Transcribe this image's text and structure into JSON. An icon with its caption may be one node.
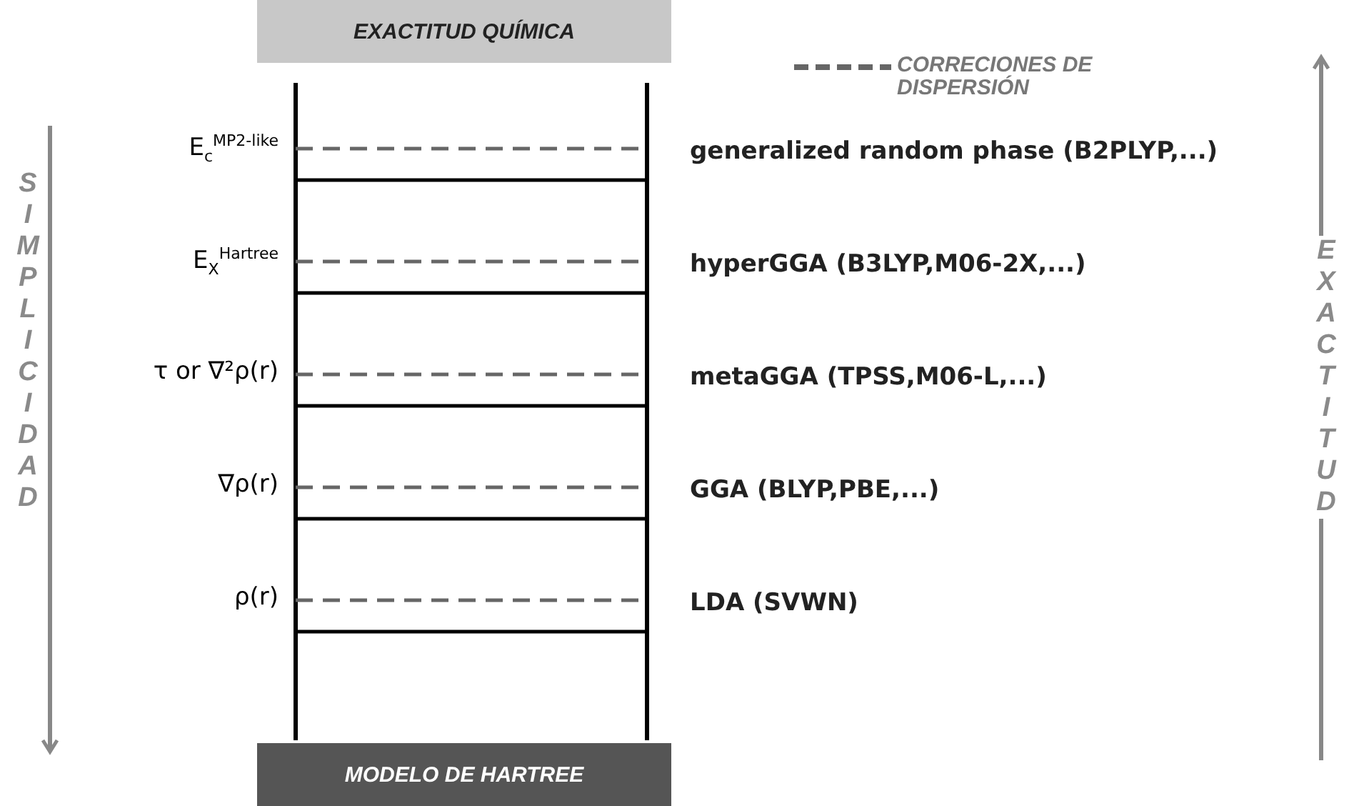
{
  "diagram": {
    "nodes": [
      {
        "text": [
          "EXACTITUD QUÍMICA"
        ]
      },
      {
        "text": [
          "MODELO DE HARTREE"
        ]
      }
    ],
    "labels": [
      "SIMPLICIDAD",
      "EXACTITUD",
      "E$_{c}$$^{MP2-like}$",
      "generalized random phase (B2PLYP,...)",
      "E$_{X}$$^{Hartree}$",
      "hyperGGA (B3LYP,M06-2X,...)",
      "τ or ∇²ρ(r)",
      "metaGGA (TPSS,M06-L,...)",
      "∇ρ(r)",
      "GGA (BLYP,PBE,...)",
      "ρ(r)",
      "LDA (SVWN)"
    ],
    "legend": [
      {
        "text": "CORRECIONES DE DISPERSIÓN"
      }
    ]
  }
}
